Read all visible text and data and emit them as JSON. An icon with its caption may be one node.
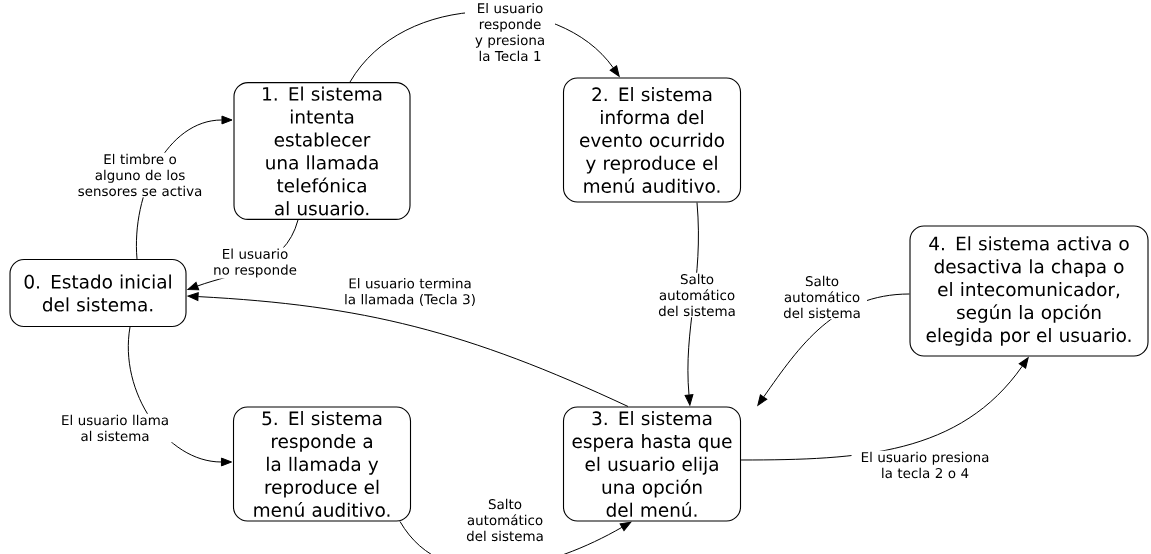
{
  "diagram": {
    "nodes": [
      {
        "text": [
          "0. Estado inicial del sistema."
        ]
      },
      {
        "text": [
          "1. El sistema intenta establecer una llamada telefónica al usuario."
        ]
      },
      {
        "text": [
          "2. El sistema informa del evento ocurrido y reproduce el menú auditivo."
        ]
      },
      {
        "text": [
          "3. El sistema espera hasta que el usuario elija una opción del menú."
        ]
      },
      {
        "text": [
          "4. El sistema activa o desactiva la chapa o el intecomunicador, según la opción elegida por el usuario."
        ]
      },
      {
        "text": [
          "5. El sistema responde a la llamada y reproduce el menú auditivo."
        ]
      }
    ],
    "edges": [
      {
        "from": 0,
        "to": 1,
        "arrow": "to",
        "label": "El timbre o alguno de los sensores se activa"
      },
      {
        "from": 1,
        "to": 0,
        "arrow": "to",
        "label": "El usuario no responde"
      },
      {
        "from": 1,
        "to": 2,
        "arrow": "to",
        "label": "El usuario responde y presiona la Tecla 1"
      },
      {
        "from": 3,
        "to": 0,
        "arrow": "to",
        "label": "El usuario termina la llamada (Tecla 3)"
      },
      {
        "from": 0,
        "to": 5,
        "arrow": "to",
        "label": "El usuario llama al sistema"
      },
      {
        "from": 5,
        "to": 3,
        "arrow": "to",
        "label": "Salto automático del sistema"
      },
      {
        "from": 2,
        "to": 3,
        "arrow": "to",
        "label": "Salto automático del sistema"
      },
      {
        "from": 4,
        "to": 3,
        "arrow": "to",
        "label": "Salto automático del sistema"
      },
      {
        "from": 3,
        "to": 4,
        "arrow": "to",
        "label": "El usuario presiona la tecla 2 o 4"
      }
    ]
  }
}
